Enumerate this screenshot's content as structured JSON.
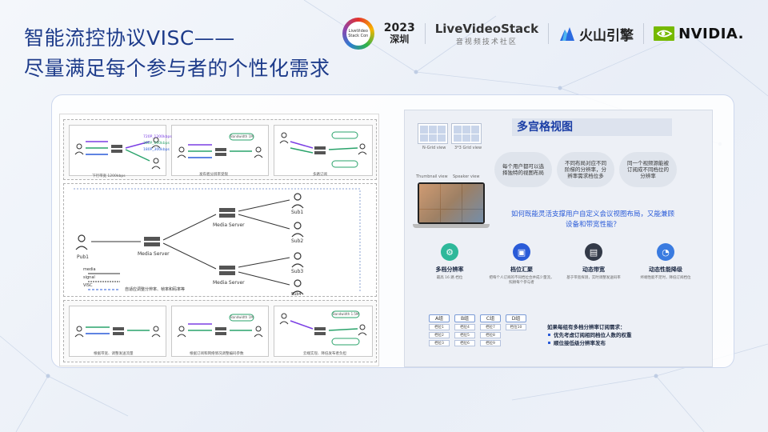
{
  "title": {
    "line1": "智能流控协议VISC——",
    "line2": "尽量满足每个参与者的个性化需求"
  },
  "logos": {
    "badge_text": "LiveVideo Stack Con",
    "year": "2023",
    "city": "深圳",
    "livevideostack": "LiveVideoStack",
    "livevideostack_sub": "音视频技术社区",
    "volcano": "火山引擎",
    "nvidia": "NVIDIA."
  },
  "diagram": {
    "pub1": "Pub1",
    "media_server": "Media Server",
    "subs": [
      "Sub1",
      "Sub2",
      "Sub3",
      "Sub4"
    ],
    "legend": [
      "media",
      "signal",
      "VISC"
    ],
    "adapt_note": "自适应调整分辨率、帧率和码率等",
    "top_labels": [
      "下行带宽 1200kbps",
      "发布者分辨率受限",
      "多路订阅"
    ],
    "bottom_labels": [
      "根据带宽、调整发送流量",
      "根据订阅和网络情况调整编码参数",
      "云端实现、降低发布者负担"
    ],
    "flows": [
      "720P_1200kbps",
      "360P_600kbps",
      "180P_300kbps"
    ],
    "bandwidth_low": "Bandwidth 1M",
    "bandwidth_mid": "Bandwidth 1.5M"
  },
  "shot": {
    "title": "多宫格视图",
    "thumb_labels": [
      "Thumbnail view",
      "Speaker view"
    ],
    "thumb_top": [
      "N-Grid view",
      "3*3 Grid view"
    ],
    "bubbles": [
      "每个用户都可以选择独特的视图布局",
      "不同布局对应不同阶梯的分辨率，分辨率需求档位多",
      "同一个视频源能被订阅成不同档位的分辨率"
    ],
    "question": "如何既能灵活支撑用户自定义会议视图布局，又能兼顾设备和带宽性能？",
    "features": [
      {
        "title": "多档分辨率",
        "desc": "最高 16 路 档位",
        "color": "#2eb89a",
        "icon": "⚙"
      },
      {
        "title": "档位汇聚",
        "desc": "把每个人订阅的不同档位合并成少量流，照顾每个参与者",
        "color": "#2a5bd8",
        "icon": "▣"
      },
      {
        "title": "动态带宽",
        "desc": "基于带宽探测，实时调整发送码率",
        "color": "#333a48",
        "icon": "▤"
      },
      {
        "title": "动态性能降级",
        "desc": "终端性能不足时，降低订阅档位",
        "color": "#3a7be0",
        "icon": "◔"
      }
    ],
    "groups": [
      {
        "name": "A组",
        "items": [
          "档位1",
          "档位2",
          "档位3"
        ]
      },
      {
        "name": "B组",
        "items": [
          "档位4",
          "档位5",
          "档位6"
        ]
      },
      {
        "name": "C组",
        "items": [
          "档位7",
          "档位8",
          "档位9"
        ]
      },
      {
        "name": "D组",
        "items": [
          "档位10"
        ]
      }
    ],
    "req_title": "如果每组有多档分辨率订阅需求：",
    "req_items": [
      "优先考虑订阅相同档位人数的权重",
      "顺位接低级分辨率发布"
    ]
  }
}
